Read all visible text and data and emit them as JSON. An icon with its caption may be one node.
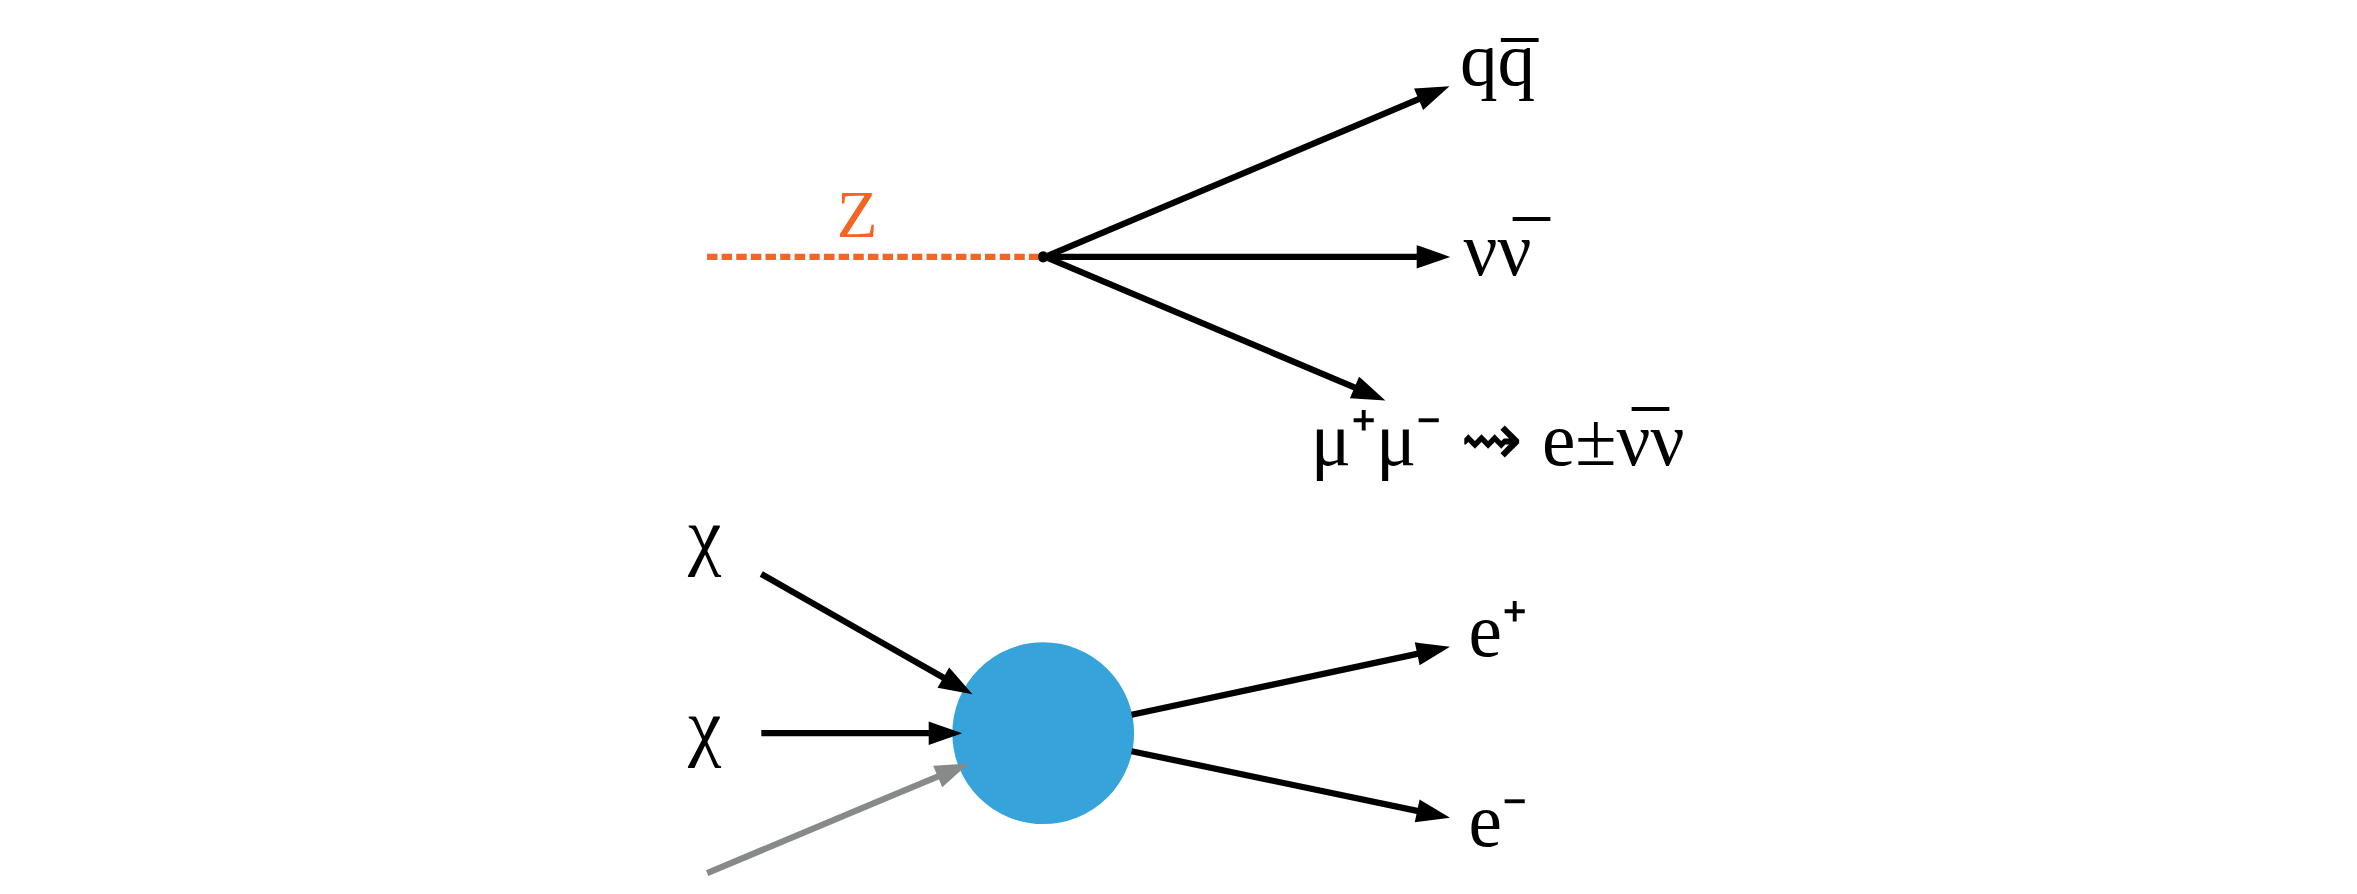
{
  "diagram": {
    "nodes": [
      {
        "text": [
          "χ"
        ]
      },
      {
        "text": [
          "χ"
        ]
      },
      {
        "text": [],
        "shape": "circle"
      },
      {
        "text": [
          "e⁺"
        ]
      },
      {
        "text": [
          "e⁻"
        ]
      },
      {
        "text": [],
        "shape": "point"
      },
      {
        "text": [
          "qq̅"
        ]
      },
      {
        "text": [
          "νν̅"
        ]
      },
      {
        "text": [
          "μ⁺μ⁻ ⇝ e±ν̅ν"
        ]
      }
    ],
    "edges": [
      {
        "from": 0,
        "to": 2,
        "arrow": "to"
      },
      {
        "from": 1,
        "to": 2,
        "arrow": "to"
      },
      {
        "from": 2,
        "to": 3,
        "arrow": "to"
      },
      {
        "from": 2,
        "to": 4,
        "arrow": "to"
      },
      {
        "from": null,
        "to": 5,
        "arrow": "none",
        "label": "Z",
        "style": "dashed",
        "color": "#f26522"
      },
      {
        "from": 5,
        "to": 6,
        "arrow": "to"
      },
      {
        "from": 5,
        "to": 7,
        "arrow": "to"
      },
      {
        "from": 5,
        "to": 8,
        "arrow": "to"
      },
      {
        "from": null,
        "to": 2,
        "arrow": "to",
        "color": "#888a8a"
      }
    ]
  }
}
